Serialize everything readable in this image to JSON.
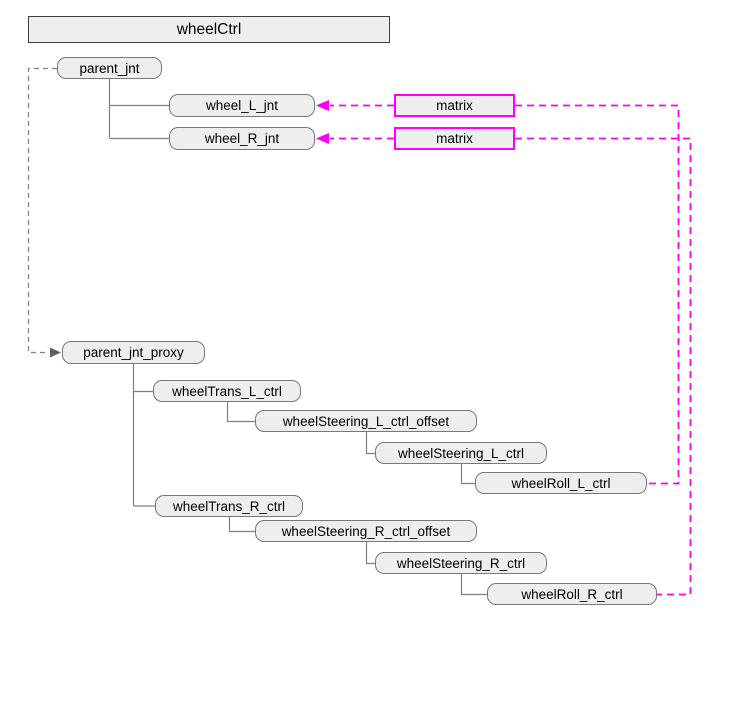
{
  "diagram": {
    "title": "wheelCtrl",
    "nodes": {
      "parent_jnt": "parent_jnt",
      "wheel_L_jnt": "wheel_L_jnt",
      "wheel_R_jnt": "wheel_R_jnt",
      "matrix_L": "matrix",
      "matrix_R": "matrix",
      "parent_jnt_proxy": "parent_jnt_proxy",
      "wheelTrans_L_ctrl": "wheelTrans_L_ctrl",
      "wheelSteering_L_ctrl_offset": "wheelSteering_L_ctrl_offset",
      "wheelSteering_L_ctrl": "wheelSteering_L_ctrl",
      "wheelRoll_L_ctrl": "wheelRoll_L_ctrl",
      "wheelTrans_R_ctrl": "wheelTrans_R_ctrl",
      "wheelSteering_R_ctrl_offset": "wheelSteering_R_ctrl_offset",
      "wheelSteering_R_ctrl": "wheelSteering_R_ctrl",
      "wheelRoll_R_ctrl": "wheelRoll_R_ctrl"
    },
    "edge_semantics": {
      "gray_dashed": "parent_jnt drives parent_jnt_proxy",
      "magenta_dashed_L": "wheelRoll_L_ctrl matrix into wheel_L_jnt",
      "magenta_dashed_R": "wheelRoll_R_ctrl matrix into wheel_R_jnt"
    }
  },
  "colors": {
    "accent_magenta": "#ff00ee",
    "line_gray": "#808080",
    "node_fill": "#eeeeee",
    "node_border": "#787878",
    "title_border": "#3f3f3f",
    "text_color": "#000000",
    "bg": "#ffffff"
  }
}
